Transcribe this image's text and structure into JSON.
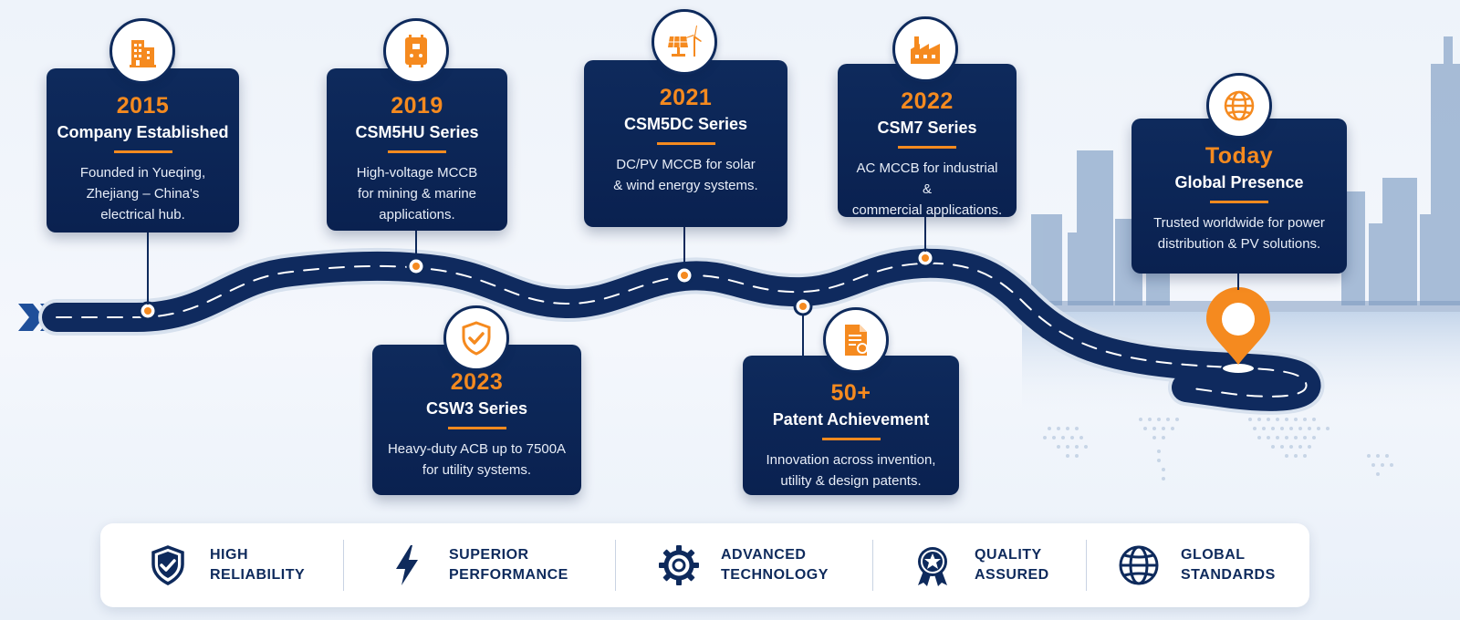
{
  "colors": {
    "navy": "#0e2a5c",
    "orange": "#f58a1f",
    "white": "#ffffff"
  },
  "milestones": [
    {
      "year": "2015",
      "title": "Company Established",
      "desc": [
        "Founded in Yueqing,",
        "Zhejiang – China's",
        "electrical hub."
      ],
      "icon": "building-icon"
    },
    {
      "year": "2019",
      "title": "CSM5HU Series",
      "desc": [
        "High-voltage MCCB",
        "for mining & marine",
        "applications."
      ],
      "icon": "circuit-breaker-icon"
    },
    {
      "year": "2021",
      "title": "CSM5DC Series",
      "desc": [
        "DC/PV MCCB for solar",
        "& wind energy systems."
      ],
      "icon": "solar-wind-icon"
    },
    {
      "year": "2022",
      "title": "CSM7 Series",
      "desc": [
        "AC MCCB for industrial &",
        "commercial applications."
      ],
      "icon": "factory-icon"
    },
    {
      "year": "Today",
      "title": "Global Presence",
      "desc": [
        "Trusted worldwide for power",
        "distribution & PV solutions."
      ],
      "icon": "globe-icon"
    },
    {
      "year": "2023",
      "title": "CSW3 Series",
      "desc": [
        "Heavy-duty ACB up to 7500A",
        "for utility systems."
      ],
      "icon": "shield-check-icon"
    },
    {
      "year": "50+",
      "title": "Patent Achievement",
      "desc": [
        "Innovation across invention,",
        "utility & design patents."
      ],
      "icon": "certificate-icon"
    }
  ],
  "features": [
    {
      "line1": "HIGH",
      "line2": "RELIABILITY",
      "icon": "shield-check-icon"
    },
    {
      "line1": "SUPERIOR",
      "line2": "PERFORMANCE",
      "icon": "lightning-icon"
    },
    {
      "line1": "ADVANCED",
      "line2": "TECHNOLOGY",
      "icon": "gear-icon"
    },
    {
      "line1": "QUALITY",
      "line2": "ASSURED",
      "icon": "award-ribbon-icon"
    },
    {
      "line1": "GLOBAL",
      "line2": "STANDARDS",
      "icon": "globe-icon"
    }
  ]
}
